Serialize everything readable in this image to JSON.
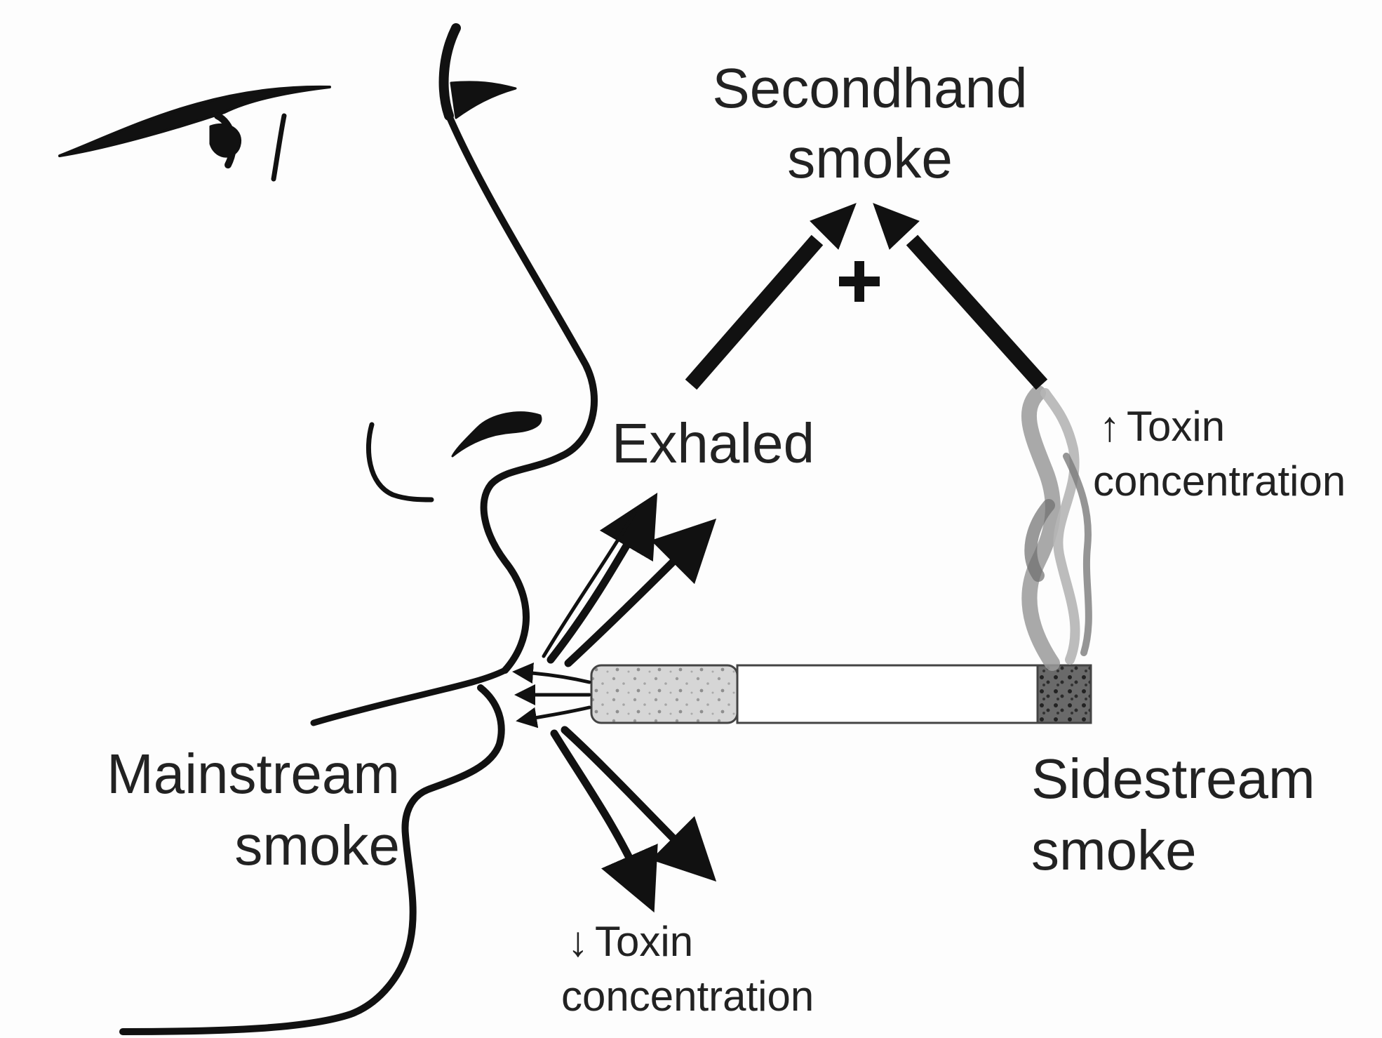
{
  "diagram": {
    "labels": {
      "secondhand": [
        "Secondhand",
        "smoke"
      ],
      "exhaled": "Exhaled",
      "mainstream": [
        "Mainstream",
        "smoke"
      ],
      "sidestream": [
        "Sidestream",
        "smoke"
      ],
      "toxin_high": {
        "symbol": "↑",
        "lines": [
          "Toxin",
          "concentration"
        ]
      },
      "toxin_low": {
        "symbol": "↓",
        "lines": [
          "Toxin",
          "concentration"
        ]
      }
    },
    "icons": {
      "face": "face-profile-icon",
      "cigarette": "cigarette-icon",
      "smoke_plume": "smoke-plume-icon",
      "plus": "plus-icon"
    },
    "colors": {
      "ink": "#111111",
      "filter": "#cfcfcf",
      "ash": "#555555",
      "smoke": "#8a8a8a"
    }
  }
}
